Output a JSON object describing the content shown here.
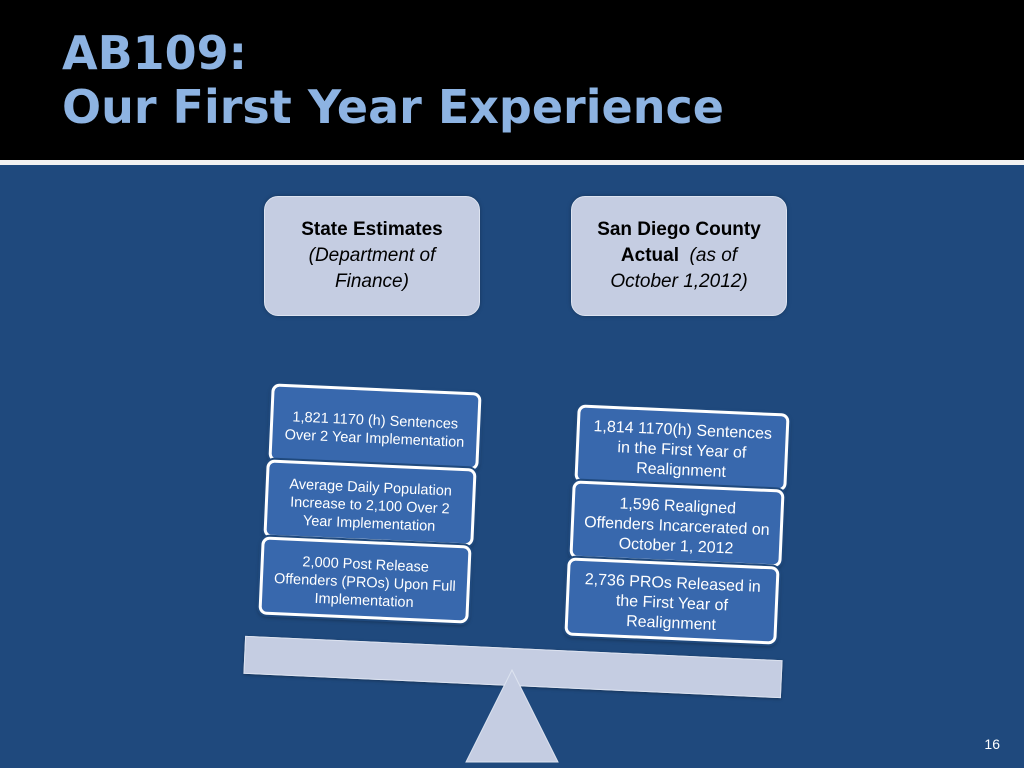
{
  "slide": {
    "title_line1": "AB109:",
    "title_line2": "Our First Year Experience",
    "page_number": "16"
  },
  "left_header": {
    "bold": "State Estimates",
    "italic": "(Department of Finance)"
  },
  "right_header": {
    "bold_line1": "San Diego County",
    "bold_line2": "Actual",
    "italic_line2": "(as of",
    "italic_line3": "October 1,2012)"
  },
  "left_stack": [
    "1,821 1170 (h) Sentences Over 2 Year Implementation",
    "Average Daily Population Increase to 2,100 Over 2 Year Implementation",
    "2,000  Post Release Offenders (PROs) Upon Full Implementation"
  ],
  "right_stack": [
    "1,814 1170(h) Sentences in the First Year of Realignment",
    "1,596 Realigned Offenders Incarcerated on October 1, 2012",
    "2,736 PROs Released in the First Year of Realignment"
  ],
  "colors": {
    "background": "#1f497d",
    "header": "#000000",
    "title": "#8db3e2",
    "header_box": "#c5cde2",
    "stack_box": "#3868ad"
  }
}
